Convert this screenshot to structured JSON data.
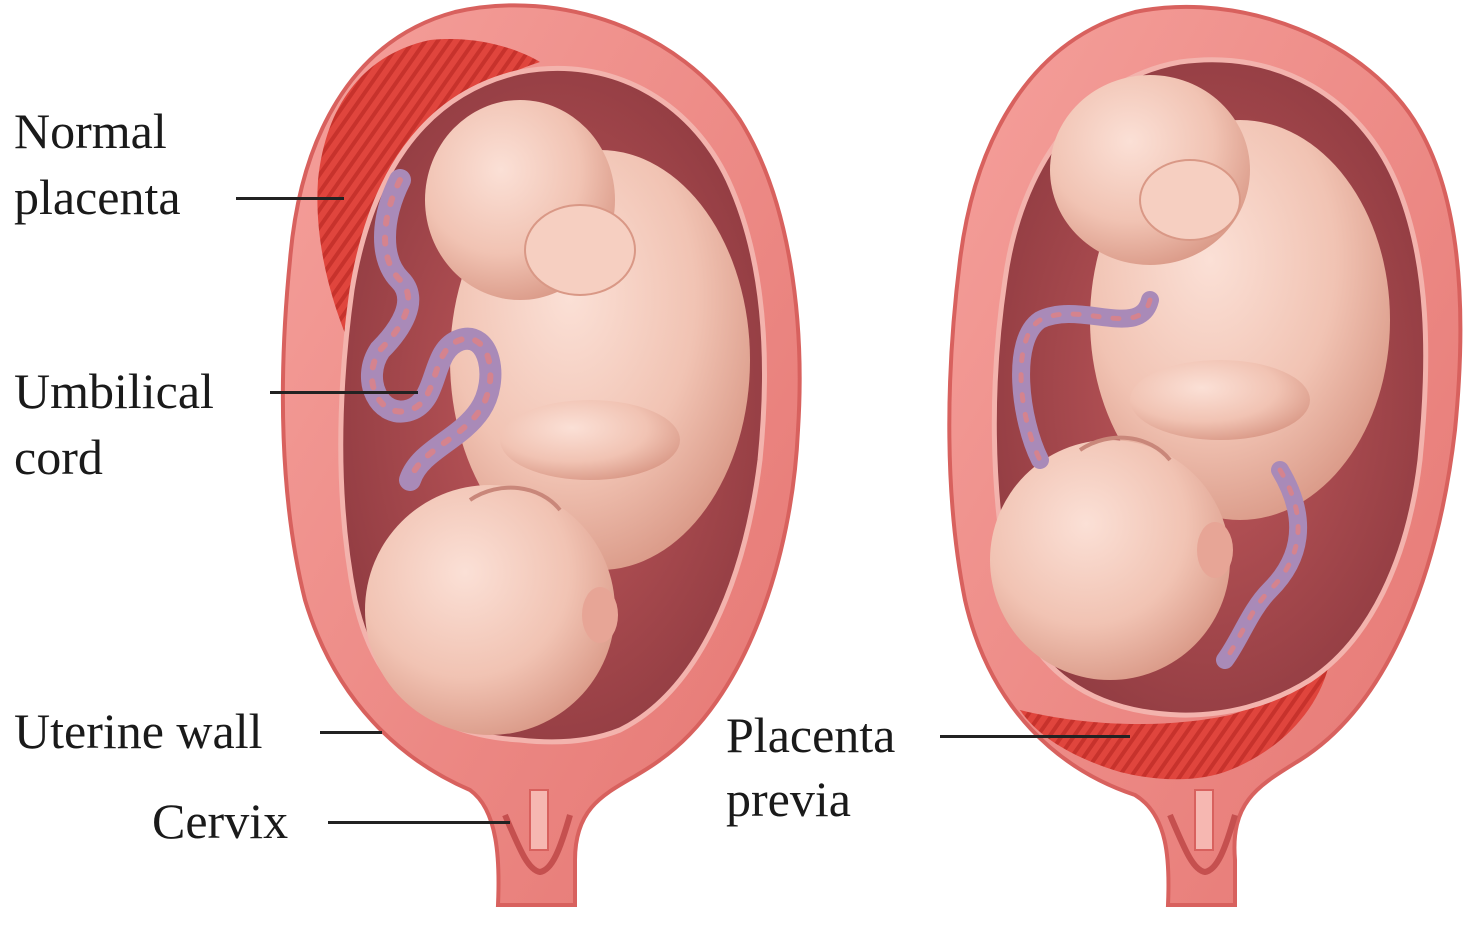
{
  "labels": {
    "normal_placenta": [
      "Normal",
      "placenta"
    ],
    "umbilical_cord": [
      "Umbilical",
      "cord"
    ],
    "uterine_wall": "Uterine wall",
    "cervix": "Cervix",
    "placenta_previa": [
      "Placenta",
      "previa"
    ]
  },
  "colors": {
    "uterine_wall": "#f08a86",
    "uterine_wall_dark": "#d8615e",
    "placenta": "#e0453d",
    "amniotic_cavity": "#a8464a",
    "fetus_skin": "#f1c3b3",
    "fetus_shadow": "#d99886",
    "cord": "#a98ab8",
    "cord_spot": "#d5838e",
    "label_text": "#1a1a1a"
  }
}
